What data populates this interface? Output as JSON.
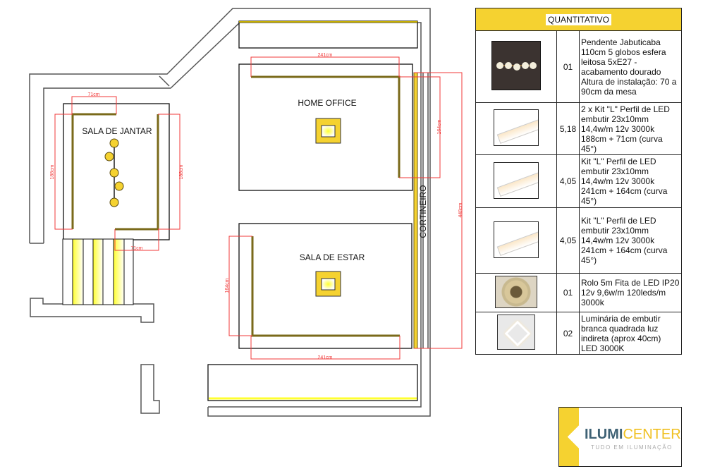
{
  "plan": {
    "rooms": {
      "dining": "SALA DE JANTAR",
      "office": "HOME OFFICE",
      "living": "SALA DE ESTAR",
      "curtain": "CORTINEIRO"
    },
    "dimensions": {
      "dining_top": "71cm",
      "dining_left": "188cm",
      "dining_right": "188cm",
      "dining_bottom": "71cm",
      "office_top": "241cm",
      "office_right": "164cm",
      "curtain_total": "448cm",
      "living_left": "164cm",
      "living_bottom": "241cm"
    },
    "colors": {
      "led": "#f5d230",
      "dimension": "#f03a3a",
      "wall": "#555555"
    }
  },
  "table": {
    "title": "QUANTITATIVO",
    "rows": [
      {
        "image": "pendant-lamp",
        "qty": "01",
        "desc": "Pendente Jabuticaba 110cm 5 globos esfera leitosa 5xE27 - acabamento dourado Altura de instalação: 70 a 90cm da mesa"
      },
      {
        "image": "led-profile",
        "qty": "5,18",
        "desc": "2 x Kit \"L\" Perfil de LED embutir 23x10mm 14,4w/m 12v 3000k 188cm + 71cm (curva 45°)"
      },
      {
        "image": "led-profile",
        "qty": "4,05",
        "desc": "Kit \"L\" Perfil de LED embutir 23x10mm 14,4w/m 12v 3000k 241cm + 164cm (curva 45°)"
      },
      {
        "image": "led-profile",
        "qty": "4,05",
        "desc": "Kit \"L\" Perfil de LED embutir 23x10mm 14,4w/m 12v 3000k 241cm + 164cm (curva 45°)"
      },
      {
        "image": "led-strip-roll",
        "qty": "01",
        "desc": "Rolo 5m Fita de LED IP20 12v 9,6w/m 120leds/m 3000k"
      },
      {
        "image": "recessed-square-light",
        "qty": "02",
        "desc": "Luminária de embutir branca quadrada luz indireta (aprox 40cm) LED 3000K"
      }
    ]
  },
  "logo": {
    "brand_a": "ILUMI",
    "brand_b": "CENTER",
    "tagline": "TUDO EM ILUMINAÇÃO"
  }
}
